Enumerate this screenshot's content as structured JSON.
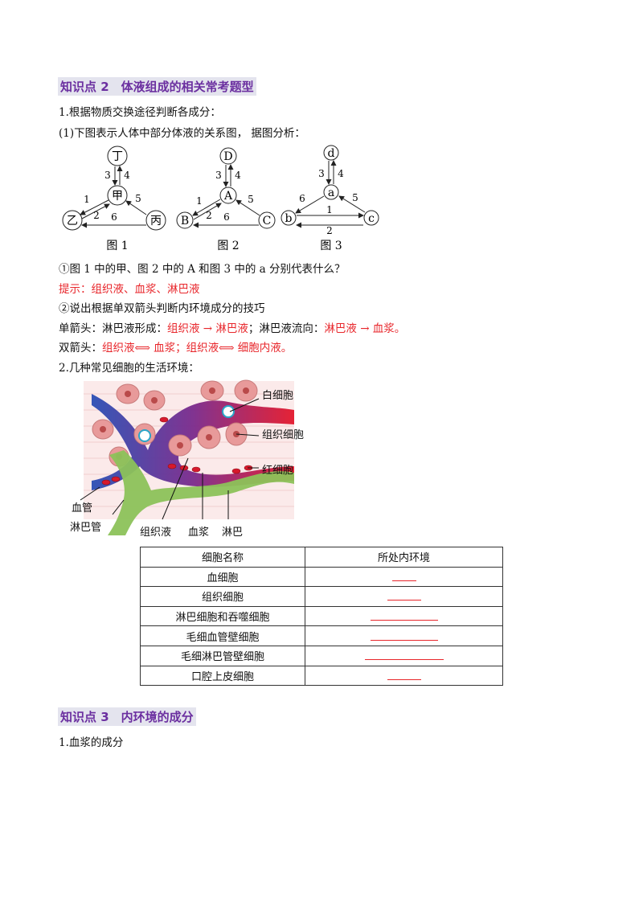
{
  "sections": [
    {
      "heading": "知识点 2　体液组成的相关常考题型"
    },
    {
      "heading": "知识点 3　内环境的成分"
    }
  ],
  "lines": {
    "l1": "1.根据物质交换途径判断各成分：",
    "l2": "(1)下图表示人体中部分体液的关系图， 据图分析：",
    "q1": "①图 1 中的甲、图 2 中的 A 和图 3 中的 a 分别代表什么？",
    "hint_label": "提示：",
    "hint_text": "组织液、血浆、淋巴液",
    "q2": "②说出根据单双箭头判断内环境成分的技巧",
    "single_label": "单箭头：淋巴液形成：",
    "single_a": "组织液 → 淋巴液",
    "single_mid": "；淋巴液流向：",
    "single_b": "淋巴液 → 血浆。",
    "double_label": "双箭头：",
    "double_text": "组织液⟺ 血浆；组织液⟺ 细胞内液。",
    "l3": "2.几种常见细胞的生活环境：",
    "l4": "1.血浆的成分"
  },
  "diagrams": [
    {
      "caption": "图 1",
      "top": "丁",
      "center": "甲",
      "left": "乙",
      "right": "丙",
      "n3": "3",
      "n4": "4",
      "n1": "1",
      "n2": "2",
      "n5": "5",
      "n6": "6"
    },
    {
      "caption": "图 2",
      "top": "D",
      "center": "A",
      "left": "B",
      "right": "C",
      "n3": "3",
      "n4": "4",
      "n1": "1",
      "n2": "2",
      "n5": "5",
      "n6": "6"
    },
    {
      "caption": "图 3",
      "top": "d",
      "center": "a",
      "left": "b",
      "right": "c",
      "n3": "3",
      "n4": "4",
      "n1": "1",
      "n2": "2",
      "n5": "5",
      "n6": "6"
    }
  ],
  "illustration_labels": {
    "wbc": "白细胞",
    "tissue_cell": "组织细胞",
    "rbc": "红细胞",
    "vessel": "血管",
    "lymph_vessel": "淋巴管",
    "tissue_fluid": "组织液",
    "plasma": "血浆",
    "lymph": "淋巴"
  },
  "table": {
    "headers": [
      "细胞名称",
      "所处内环境"
    ],
    "rows": [
      {
        "name": "血细胞",
        "answer": ""
      },
      {
        "name": "组织细胞",
        "answer": ""
      },
      {
        "name": "淋巴细胞和吞噬细胞",
        "answer": ""
      },
      {
        "name": "毛细血管壁细胞",
        "answer": ""
      },
      {
        "name": "毛细淋巴管壁细胞",
        "answer": ""
      },
      {
        "name": "口腔上皮细胞",
        "answer": ""
      }
    ]
  },
  "colors": {
    "accent_red": "#e8262b",
    "heading_purple": "#6b2fa0",
    "heading_bg": "#e4e4ee"
  }
}
